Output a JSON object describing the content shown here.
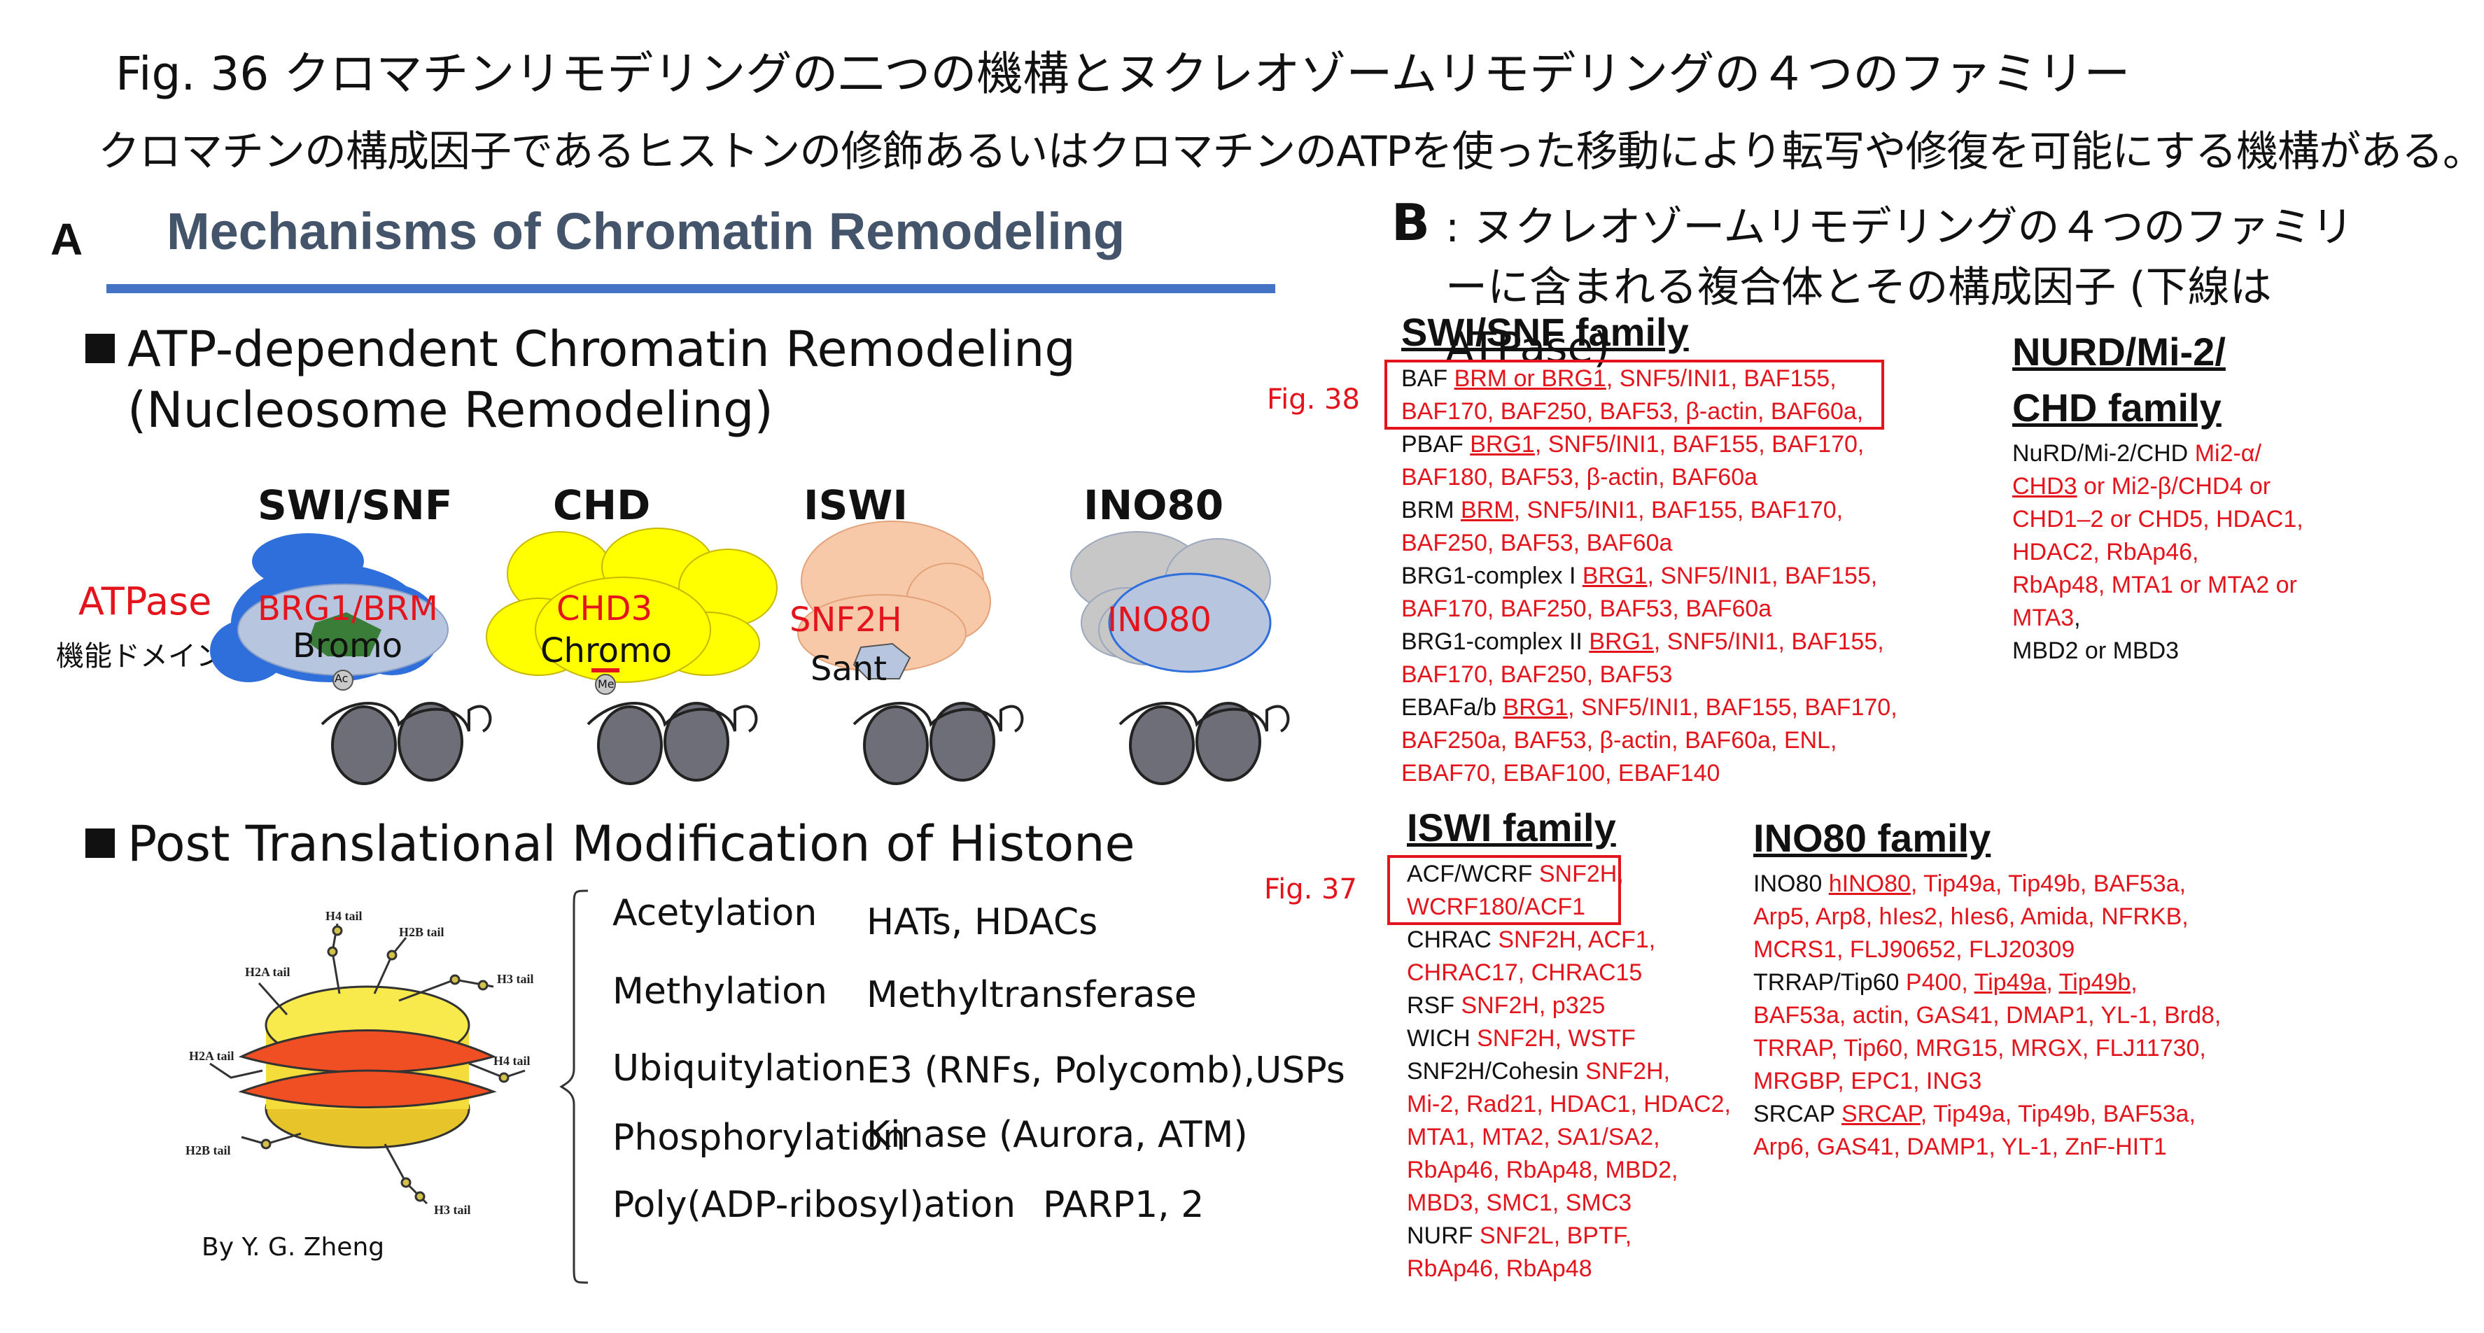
{
  "header": {
    "title": "Fig. 36 クロマチンリモデリングの二つの機構とヌクレオゾームリモデリングの４つのファミリー",
    "subtitle": "クロマチンの構成因子であるヒストンの修飾あるいはクロマチンのATPを使った移動により転写や修復を可能にする機構がある。"
  },
  "panel_a": {
    "letter": "A",
    "heading": "Mechanisms of Chromatin Remodeling",
    "atp_line1": "ATP-dependent Chromatin Remodeling",
    "atp_line2": "(Nucleosome Remodeling)",
    "atpase_label": "ATPase",
    "domain_label": "機能ドメイン",
    "families": [
      {
        "name": "SWI/SNF",
        "atpase": "BRG1/BRM",
        "domain": "Bromo",
        "tag": "Ac"
      },
      {
        "name": "CHD",
        "atpase": "CHD3",
        "domain": "Chromo",
        "tag": "Me"
      },
      {
        "name": "ISWI",
        "atpase": "SNF2H",
        "domain": "Sant"
      },
      {
        "name": "INO80",
        "atpase": "INO80"
      }
    ],
    "ptm_heading": "Post Translational Modification of Histone",
    "ptm_rows": [
      {
        "mod": "Acetylation",
        "enzyme": "HATs, HDACs"
      },
      {
        "mod": "Methylation",
        "enzyme": "Methyltransferase"
      },
      {
        "mod": "Ubiquitylation",
        "enzyme": "E3 (RNFs, Polycomb),USPs"
      },
      {
        "mod": "Phosphorylation",
        "enzyme": "Kinase (Aurora, ATM)"
      },
      {
        "mod": "Poly(ADP-ribosyl)ation",
        "enzyme": "PARP1, 2"
      }
    ],
    "tails": [
      "H4 tail",
      "H2B tail",
      "H2A tail",
      "H3 tail",
      "H2A tail",
      "H4 tail",
      "H2B tail",
      "H3 tail"
    ],
    "byline": "By Y. G. Zheng"
  },
  "panel_b": {
    "letter": "B",
    "heading": ": ヌクレオゾームリモデリングの４つのファミリーに含まれる複合体とその構成因子 (下線はATPase)",
    "fig38": "Fig. 38",
    "fig37": "Fig. 37",
    "swi_title": "SWI/SNF family",
    "swi_lines": [
      [
        "BAF ",
        "",
        "BRM or BRG1",
        ", SNF5/INI1, BAF155,"
      ],
      [
        "",
        "",
        "",
        "BAF170, BAF250, BAF53, β-actin, BAF60a,"
      ],
      [
        "PBAF ",
        "",
        "BRG1",
        ", SNF5/INI1, BAF155, BAF170,"
      ],
      [
        "",
        "",
        "",
        "BAF180, BAF53, β-actin, BAF60a"
      ],
      [
        "BRM ",
        "",
        "BRM",
        ", SNF5/INI1, BAF155, BAF170,"
      ],
      [
        "",
        "",
        "",
        "BAF250, BAF53, BAF60a"
      ],
      [
        "BRG1-complex I ",
        "",
        "BRG1",
        ", SNF5/INI1, BAF155,"
      ],
      [
        "",
        "",
        "",
        "BAF170, BAF250, BAF53, BAF60a"
      ],
      [
        "BRG1-complex II ",
        "",
        "BRG1",
        ", SNF5/INI1, BAF155,"
      ],
      [
        "",
        "",
        "",
        "BAF170, BAF250, BAF53"
      ],
      [
        "EBAFa/b  ",
        "",
        "BRG1",
        ", SNF5/INI1, BAF155, BAF170,"
      ],
      [
        "",
        "",
        "",
        "BAF250a, BAF53, β-actin, BAF60a, ENL,"
      ],
      [
        "",
        "",
        "",
        "EBAF70, EBAF100, EBAF140"
      ]
    ],
    "nurd_title1": "NURD/Mi-2/",
    "nurd_title2": "CHD family",
    "nurd_lines": [
      [
        "NuRD/Mi-2/CHD ",
        "Mi2-α/",
        ""
      ],
      [
        "",
        "",
        "CHD3"
      ],
      [
        "",
        "CHD1–2 or CHD5, HDAC1,",
        ""
      ],
      [
        "",
        "HDAC2, RbAp46,",
        ""
      ],
      [
        "",
        "RbAp48, MTA1 or MTA2 or",
        ""
      ],
      [
        "",
        "MTA3",
        ""
      ],
      [
        "MBD2 or MBD3",
        "",
        ""
      ]
    ],
    "nurd_line2_tail": " or Mi2-β/CHD4 or",
    "nurd_line6_tail": ",",
    "iswi_title": "ISWI family",
    "iswi_lines": [
      [
        "ACF/WCRF ",
        "SNF2H,"
      ],
      [
        "",
        "WCRF180/ACF1"
      ],
      [
        "CHRAC ",
        "SNF2H, ACF1,"
      ],
      [
        "",
        "CHRAC17, CHRAC15"
      ],
      [
        "RSF ",
        "SNF2H, p325"
      ],
      [
        "WICH  ",
        "SNF2H, WSTF"
      ],
      [
        "SNF2H/Cohesin ",
        "SNF2H,"
      ],
      [
        "",
        "Mi-2, Rad21, HDAC1, HDAC2,"
      ],
      [
        "",
        "MTA1, MTA2, SA1/SA2,"
      ],
      [
        "",
        "RbAp46, RbAp48, MBD2,"
      ],
      [
        "",
        "MBD3, SMC1, SMC3"
      ],
      [
        "NURF ",
        "SNF2L, BPTF,"
      ],
      [
        "",
        "RbAp46, RbAp48"
      ]
    ],
    "ino_title": "INO80 family",
    "ino_lines": [
      [
        "INO80  ",
        "",
        "hINO80",
        ", Tip49a, Tip49b, BAF53a,"
      ],
      [
        "",
        "",
        "",
        "Arp5, Arp8, hIes2, hIes6, Amida, NFRKB,"
      ],
      [
        "",
        "",
        "",
        "MCRS1, FLJ90652, FLJ20309"
      ],
      [
        "TRRAP/Tip60",
        "      P400, ",
        "Tip49a",
        ", "
      ],
      [
        "",
        "",
        "",
        "BAF53a, actin, GAS41, DMAP1, YL-1, Brd8,"
      ],
      [
        "",
        "",
        "",
        "TRRAP, Tip60, MRG15, MRGX, FLJ11730,"
      ],
      [
        "",
        "",
        "",
        "MRGBP, EPC1, ING3"
      ],
      [
        "SRCAP  ",
        "",
        "SRCAP",
        ", Tip49a, Tip49b, BAF53a,"
      ],
      [
        "",
        "",
        "",
        "Arp6, GAS41, DAMP1, YL-1, ZnF-HIT1"
      ]
    ],
    "trrap_extra": "Tip49b",
    "trrap_comma": ","
  },
  "colors": {
    "accent": "#e3141b",
    "heading_blue": "#44546a",
    "bar_blue": "#4472c4",
    "swi_blue": "#2f6fdc",
    "chd_yellow": "#ffff00",
    "iswi_peach": "#f7c9a8",
    "ino_grey": "#c7c7c7"
  }
}
